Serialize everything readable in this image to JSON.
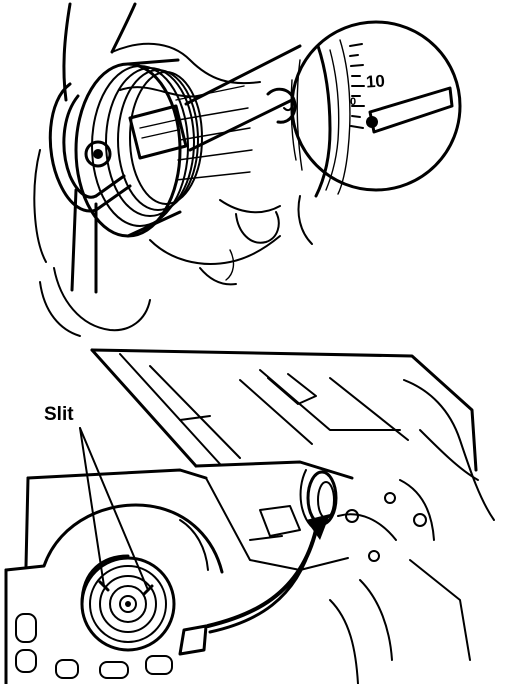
{
  "labels": {
    "slit": "Slit",
    "timing_mark_10": "10",
    "timing_mark_0": "0"
  },
  "colors": {
    "ink": "#000000",
    "paper": "#ffffff"
  }
}
